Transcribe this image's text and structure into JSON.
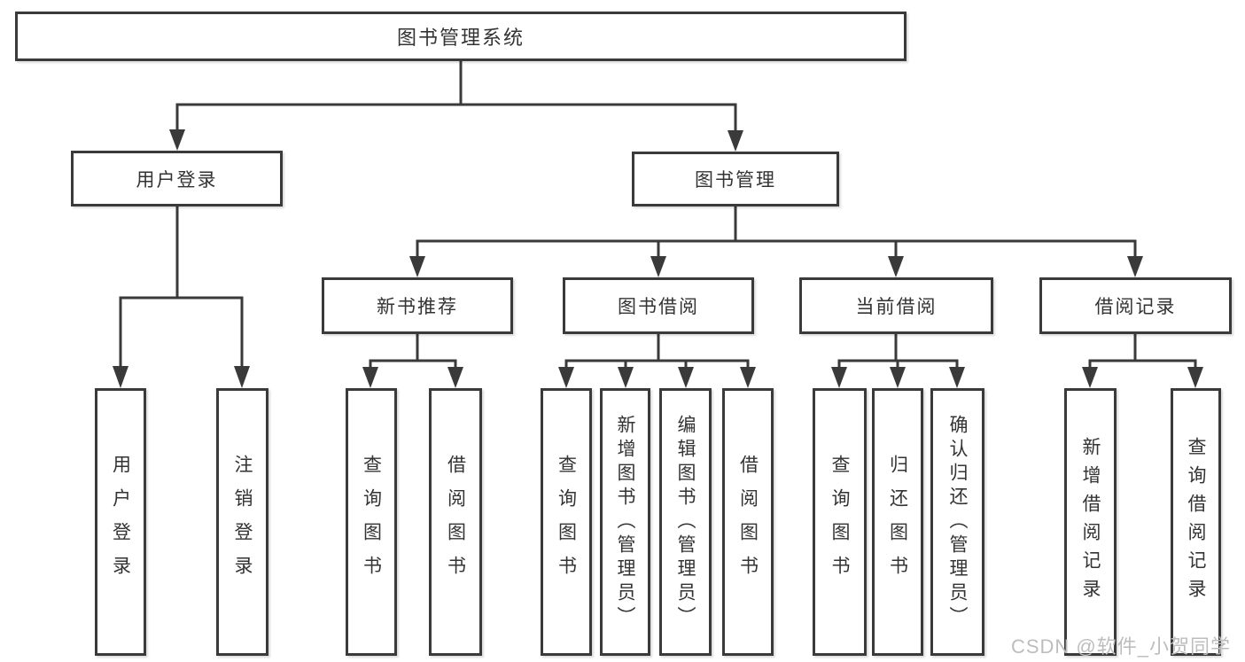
{
  "diagram": {
    "title": "图书管理系统",
    "tree": {
      "root": "图书管理系统",
      "children": [
        {
          "label": "用户登录",
          "children": [
            {
              "label": "用户登录"
            },
            {
              "label": "注销登录"
            }
          ]
        },
        {
          "label": "图书管理",
          "children": [
            {
              "label": "新书推荐",
              "children": [
                {
                  "label": "查询图书"
                },
                {
                  "label": "借阅图书"
                }
              ]
            },
            {
              "label": "图书借阅",
              "children": [
                {
                  "label": "查询图书"
                },
                {
                  "label": "新增图书（管理员）"
                },
                {
                  "label": "编辑图书（管理员）"
                },
                {
                  "label": "借阅图书"
                }
              ]
            },
            {
              "label": "当前借阅",
              "children": [
                {
                  "label": "查询图书"
                },
                {
                  "label": "归还图书"
                },
                {
                  "label": "确认归还（管理员）"
                }
              ]
            },
            {
              "label": "借阅记录",
              "children": [
                {
                  "label": "新增借阅记录"
                },
                {
                  "label": "查询借阅记录"
                }
              ]
            }
          ]
        }
      ]
    },
    "colors": {
      "line": "#3a3a3a",
      "text": "#333333",
      "background": "#ffffff",
      "watermark": "#bdbdbd"
    }
  },
  "watermark": {
    "text": "CSDN @软件_小贺同学"
  }
}
